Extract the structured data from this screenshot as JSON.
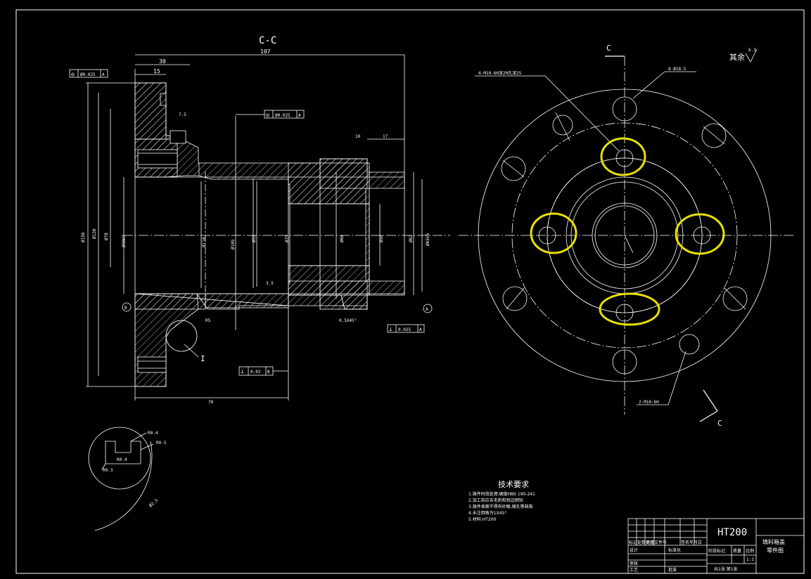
{
  "drawing": {
    "section_title": "C-C",
    "section_marker_top": "C",
    "section_marker_bottom": "C",
    "surface_note": "其余",
    "surface_roughness": "6.3",
    "datum_a": "A",
    "datum_b": "B",
    "detail_marker": "I",
    "colors": {
      "background": "#000000",
      "line": "#ffffff",
      "highlight": "#e8e000"
    }
  },
  "dimensions": {
    "overall_length": "107",
    "d30": "30",
    "d15": "15",
    "d7_5": "7.5",
    "d10": "10",
    "d17": "17",
    "d78": "78",
    "r5": "R5",
    "fillet_3_5": "3.5",
    "chamfer": "0.5X45°",
    "dia_156": "Ø156",
    "dia_130": "Ø130",
    "dia_78": "Ø78",
    "dia_bore1": "Ø98H7",
    "dia_bore2": "Ø110",
    "dia_bore3": "Ø105",
    "dia_55": "Ø55",
    "dia_75": "Ø75",
    "dia_60": "Ø60",
    "dia_50": "Ø50",
    "dia_62": "Ø62",
    "dia_end": "Ø65k6",
    "detail_r04a": "R0.4",
    "detail_r05": "R0.5",
    "detail_r04b": "R0.4",
    "detail_r03": "R0.3",
    "detail_r25": "Ø2.5",
    "hole_callout_1": "4-M10-6H深20孔深25",
    "hole_callout_2": "8-Ø18.5",
    "hole_callout_3": "2-M10-6H"
  },
  "tolerances": {
    "fcf1_symbol": "◎",
    "fcf1_value": "Ø0.025",
    "fcf1_datum": "A",
    "fcf2_symbol": "◎",
    "fcf2_value": "Ø0.025",
    "fcf2_datum": "A",
    "fcf3_symbol": "⊥",
    "fcf3_value": "0.025",
    "fcf3_datum": "A",
    "fcf4_symbol": "⊥",
    "fcf4_value": "0.02",
    "fcf4_datum": "B"
  },
  "tech_requirements": {
    "title": "技术要求",
    "lines": [
      "1.铸件时效处理,硬度HBS 190-241",
      "2.加工前应去毛刺和锐边倒钝",
      "3.铸件表面不得有砂眼,缩孔等缺陷",
      "4.未注倒角为1X45°",
      "5.材料:HT200"
    ]
  },
  "title_block": {
    "material": "HT200",
    "part_name_1": "填料箱盖",
    "part_name_2": "零件图",
    "row_marks": "标记处数分区",
    "row_file": "更改文件号",
    "row_sign": "签名年月日",
    "design": "设计",
    "standard": "标准化",
    "review": "审核",
    "process": "工艺",
    "approve": "批准",
    "stage": "阶段标记",
    "weight": "质量",
    "scale_label": "比例",
    "scale": "1:1",
    "sheets": "共1张 第1张"
  }
}
